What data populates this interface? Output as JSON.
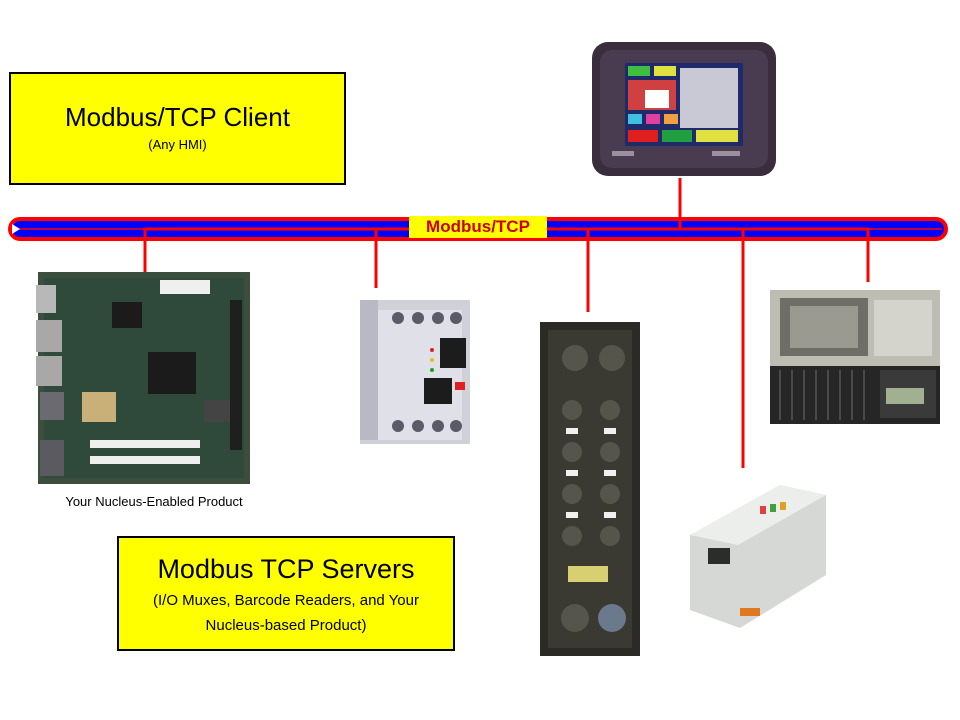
{
  "client": {
    "title": "Modbus/TCP Client",
    "subtitle": "(Any HMI)"
  },
  "bus": {
    "label": "Modbus/TCP"
  },
  "servers": {
    "title": "Modbus TCP Servers",
    "subtitle_line1": "(I/O Muxes, Barcode Readers, and Your",
    "subtitle_line2": "Nucleus-based Product)"
  },
  "product_caption": "Your Nucleus-Enabled Product",
  "colors": {
    "box_fill": "#ffff00",
    "bus_fill": "#0000ff",
    "bus_border": "#ff0000",
    "bus_label_text": "#cc0000"
  },
  "devices": [
    {
      "name": "hmi-panel"
    },
    {
      "name": "embedded-board"
    },
    {
      "name": "din-rail-gateway"
    },
    {
      "name": "io-mux-block"
    },
    {
      "name": "io-coupler"
    },
    {
      "name": "barcode-reader"
    }
  ]
}
